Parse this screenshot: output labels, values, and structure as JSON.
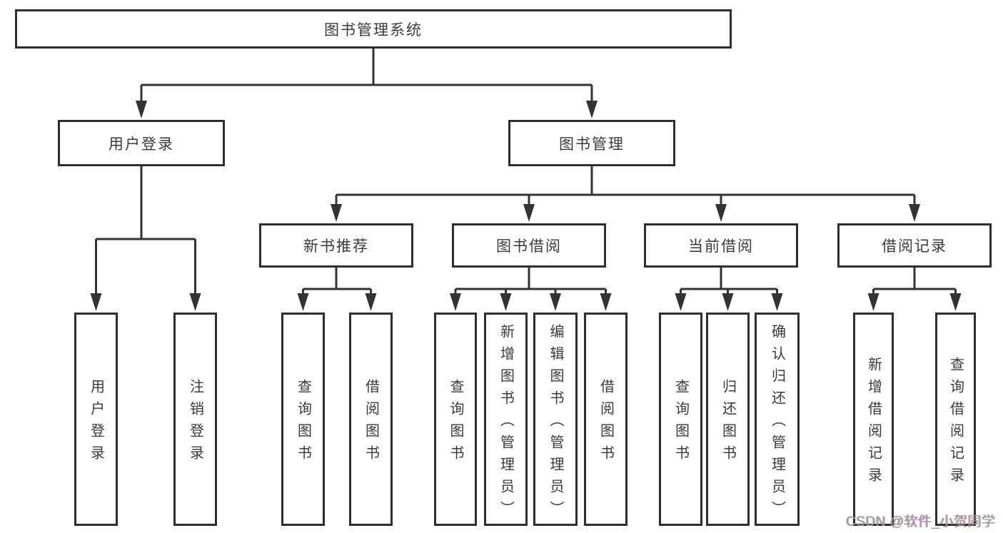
{
  "diagram": {
    "title_node": "图书管理系统",
    "nodes": {
      "root": "图书管理系统",
      "user_login": "用户登录",
      "book_management": "图书管理",
      "new_book_recommend": "新书推荐",
      "book_borrowing": "图书借阅",
      "current_borrowing": "当前借阅",
      "borrowing_records": "借阅记录",
      "leaves": {
        "user_login_leaf": "用户登录",
        "logout_leaf": "注销登录",
        "query_books_recommend": "查询图书",
        "borrow_books_recommend": "借阅图书",
        "query_books_borrowing": "查询图书",
        "add_book_admin": "新增图书（管理员）",
        "edit_book_admin": "编辑图书（管理员）",
        "borrow_books_borrowing": "借阅图书",
        "query_books_current": "查询图书",
        "return_book": "归还图书",
        "confirm_return_admin": "确认归还（管理员）",
        "add_borrow_record": "新增借阅记录",
        "query_borrow_record": "查询借阅记录"
      }
    },
    "structure": {
      "图书管理系统": {
        "用户登录": [
          "用户登录",
          "注销登录"
        ],
        "图书管理": {
          "新书推荐": [
            "查询图书",
            "借阅图书"
          ],
          "图书借阅": [
            "查询图书",
            "新增图书（管理员）",
            "编辑图书（管理员）",
            "借阅图书"
          ],
          "当前借阅": [
            "查询图书",
            "归还图书",
            "确认归还（管理员）"
          ],
          "借阅记录": [
            "新增借阅记录",
            "查询借阅记录"
          ]
        }
      }
    }
  },
  "watermark": {
    "text": "CSDN @软件_小贺同学"
  },
  "colors": {
    "line": "#333333",
    "box_border": "#2e2e2e",
    "text": "#3a3a3a",
    "watermark": "#9b9b9b",
    "background": "#ffffff"
  }
}
